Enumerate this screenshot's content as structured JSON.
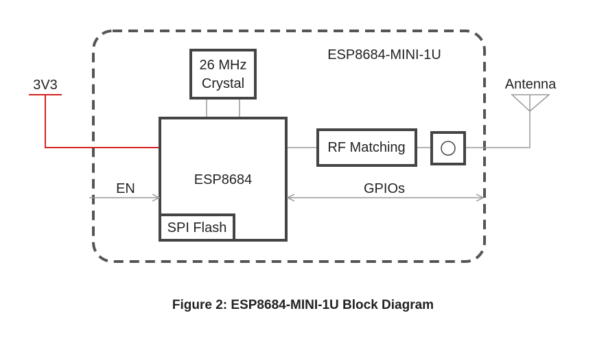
{
  "diagram": {
    "module_label": "ESP8684-MINI-1U",
    "power_label": "3V3",
    "crystal_line1": "26 MHz",
    "crystal_line2": "Crystal",
    "chip_label": "ESP8684",
    "flash_label": "SPI Flash",
    "rf_label": "RF Matching",
    "antenna_label": "Antenna",
    "en_label": "EN",
    "gpio_label": "GPIOs"
  },
  "caption": "Figure 2: ESP8684-MINI-1U Block Diagram",
  "colors": {
    "outline": "#555555",
    "box_border": "#444444",
    "connector": "#999999",
    "power_line": "#d42020",
    "text": "#222222"
  }
}
